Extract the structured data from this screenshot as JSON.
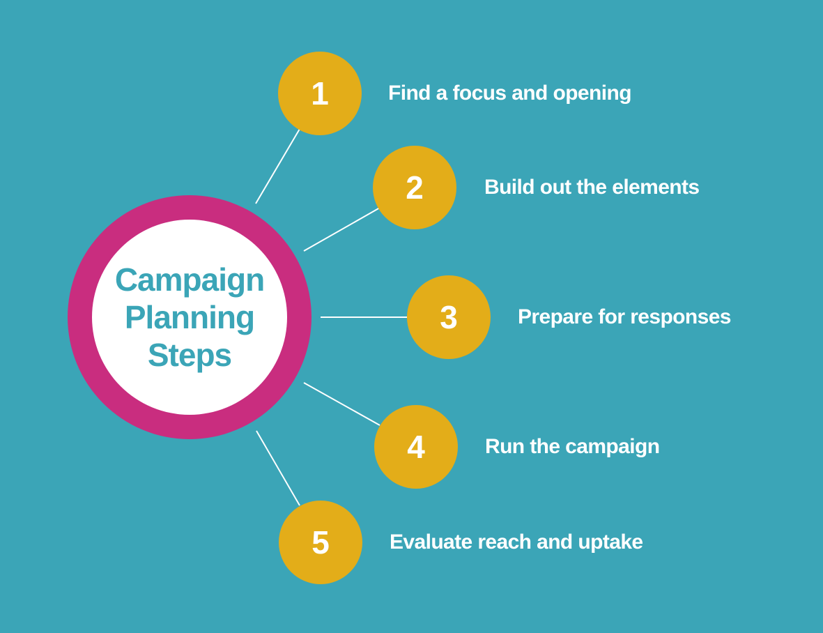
{
  "title": [
    "Campaign",
    "Planning",
    "Steps"
  ],
  "steps": [
    {
      "number": "1",
      "label": "Find a focus and opening"
    },
    {
      "number": "2",
      "label": "Build out the elements"
    },
    {
      "number": "3",
      "label": "Prepare for responses"
    },
    {
      "number": "4",
      "label": "Run the campaign"
    },
    {
      "number": "5",
      "label": "Evaluate reach and uptake"
    }
  ],
  "colors": {
    "background": "#3ba5b7",
    "hub_ring": "#c92d7f",
    "step_circle": "#e3ad19",
    "text": "#ffffff"
  }
}
